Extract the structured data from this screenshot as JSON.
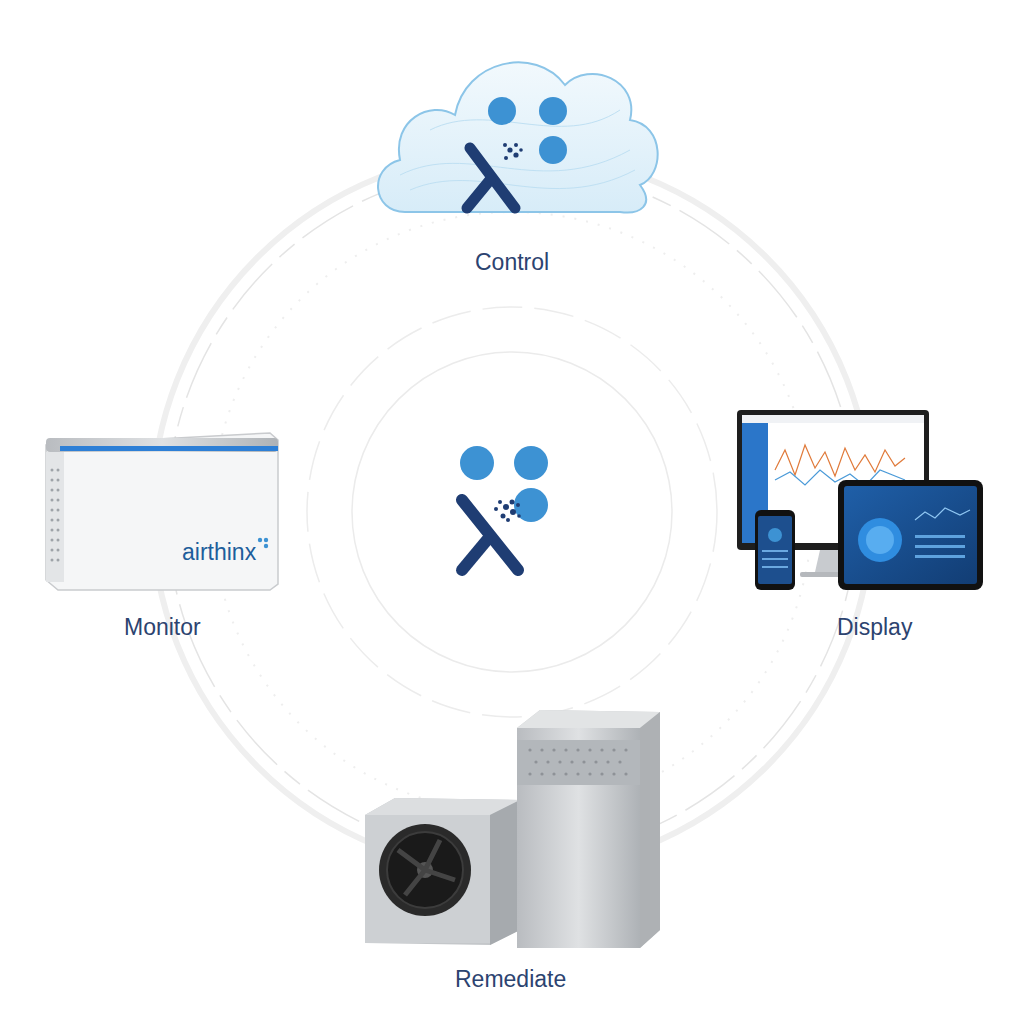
{
  "diagram": {
    "nodes": [
      {
        "text": [
          "Control"
        ]
      },
      {
        "text": [
          "Monitor"
        ]
      },
      {
        "text": [
          "Display"
        ]
      },
      {
        "text": [
          "Remediate"
        ]
      }
    ],
    "labels": [
      "airthinx"
    ]
  }
}
